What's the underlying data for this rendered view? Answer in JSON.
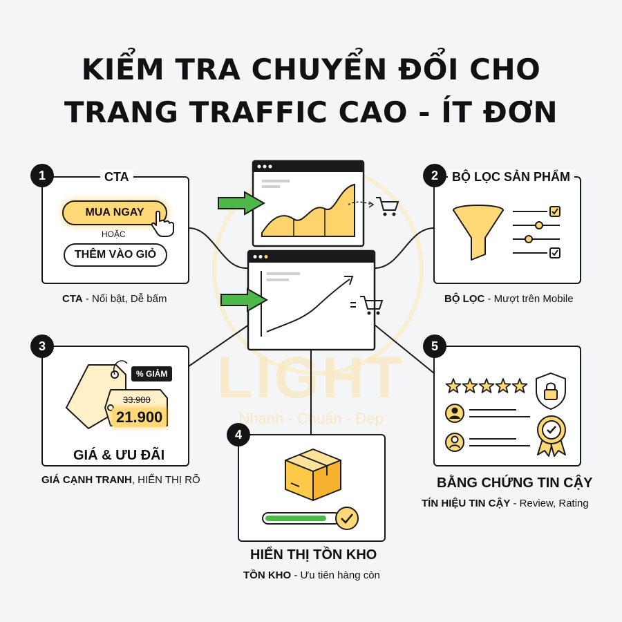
{
  "title": {
    "line1": "KIỂM TRA CHUYỂN ĐỔI CHO",
    "line2": "TRANG TRAFFIC CAO - ÍT ĐƠN"
  },
  "watermark": {
    "brand": "LIGHT",
    "tagline": "Nhanh - Chuẩn - Đẹp"
  },
  "cards": {
    "cta": {
      "number": "1",
      "label": "CTA",
      "primary_button": "MUA NGAY",
      "or_text": "HOẶC",
      "secondary_button": "THÊM VÀO GIỎ",
      "caption_bold": "CTA",
      "caption_rest": " - Nổi bật, Dễ bấm"
    },
    "filter": {
      "number": "2",
      "label": "BỘ LỌC SẢN PHẨM",
      "caption_bold": "BỘ LỌC",
      "caption_rest": " - Mượt trên Mobile"
    },
    "price": {
      "number": "3",
      "label": "GIÁ & ƯU ĐÃI",
      "discount_tag": "% GIẢM",
      "old_price": "33.900",
      "new_price": "21.900",
      "caption_bold": "GIÁ CẠNH TRANH",
      "caption_rest": ", HIỂN THỊ RÕ"
    },
    "stock": {
      "number": "4",
      "label": "HIỂN THỊ TỒN KHO",
      "progress": 0.85,
      "caption_bold": "TỒN KHO",
      "caption_rest": " - Ưu tiên hàng còn"
    },
    "trust": {
      "number": "5",
      "label": "BẰNG CHỨNG TIN CẬY",
      "stars": 5,
      "caption_bold": "TÍN HIỆU TIN CẬY",
      "caption_rest": " - Review, Rating"
    }
  },
  "colors": {
    "accent_yellow": "#ffd877",
    "accent_green": "#4cb84a",
    "dark": "#1a1a1a"
  },
  "icons": [
    "cursor-hand-icon",
    "funnel-icon",
    "checkbox-icon",
    "price-tag-icon",
    "box-icon",
    "check-circle-icon",
    "star-icon",
    "shield-lock-icon",
    "user-avatar-icon",
    "medal-icon",
    "cart-icon",
    "arrow-right-icon"
  ]
}
